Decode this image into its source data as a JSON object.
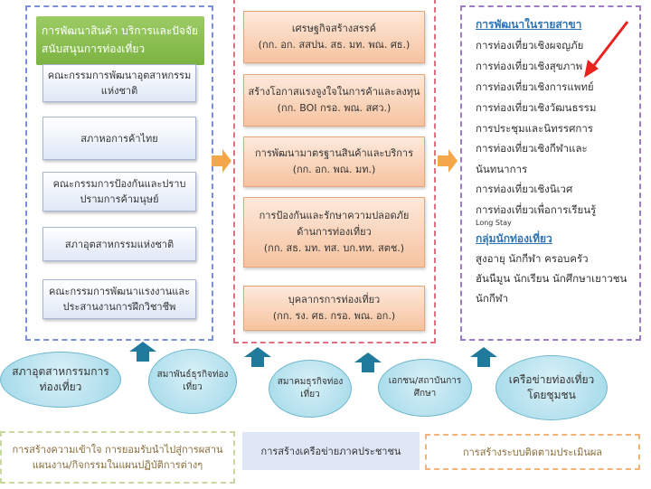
{
  "left_panel": {
    "title": "การพัฒนาสินค้า บริการและปัจจัยสนับสนุนการท่องเที่ยว",
    "boxes": [
      "คณะกรรมการพัฒนาอุตสาหกรรมแห่งชาติ",
      "สภาหอการค้าไทย",
      "คณะกรรมการป้องกันและปราบปรามการค้ามนุษย์",
      "สภาอุตสาหกรรมแห่งชาติ",
      "คณะกรรมการพัฒนาแรงงานและประสานงานการฝึกวิชาชีพ"
    ]
  },
  "middle_panel": {
    "boxes": [
      {
        "title": "เศรษฐกิจสร้างสรรค์",
        "sub": "(กก. อก. สสปน. สธ. มท. พณ. ศธ.)"
      },
      {
        "title": "สร้างโอกาสแรงจูงใจในการค้าและลงทุน",
        "sub": "(กก. BOI กรอ. พณ. สศว.)"
      },
      {
        "title": "การพัฒนามาตรฐานสินค้าและบริการ",
        "sub": "(กก. อก. พณ. มท.)"
      },
      {
        "title": "การป้องกันและรักษาความปลอดภัยด้านการท่องเที่ยว",
        "sub": "(กก. สธ. มท. ทส. บก.ทท. สตช.)"
      },
      {
        "title": "บุคลากรการท่องเที่ยว",
        "sub": "(กก. รง. ศธ. กรอ. พณ. อก.)"
      }
    ]
  },
  "right_panel": {
    "heading1": "การพัฒนาในรายสาขา",
    "lines1": [
      "การท่องเที่ยวเชิงผจญภัย",
      "การท่องเที่ยวเชิงสุขภาพ",
      "การท่องเที่ยวเชิงการแพทย์",
      "การท่องเที่ยวเชิงวัฒนธรรม",
      "การประชุมและนิทรรศการ",
      "การท่องเที่ยวเชิงกีฬาและ",
      "นันทนาการ",
      "การท่องเที่ยวเชิงนิเวศ",
      "การท่องเที่ยวเพื่อการเรียนรู้"
    ],
    "small_note": "Long Stay",
    "heading2": "กลุ่มนักท่องเที่ยว",
    "lines2": [
      "สูงอายุ นักกีฬา ครอบครัว",
      "ฮันนีมูน นักเรียน นักศึกษาเยาวชน",
      "นักกีฬา"
    ]
  },
  "ovals": [
    "สภาอุตสาหกรรมการท่องเที่ยว",
    "สมาพันธ์ธุรกิจท่องเที่ยว",
    "สมาคมธุรกิจท่องเที่ยว",
    "เอกชน/สถาบันการศึกษา",
    "เครือข่ายท่องเที่ยวโดยชุมชน"
  ],
  "bottom": {
    "left": "การสร้างความเข้าใจ การยอมรับนำไปสู่การผสานแผนงาน/กิจกรรมในแผนปฏิบัติการต่างๆ",
    "middle": "การสร้างเครือข่ายภาคประชาชน",
    "right": "การสร้างระบบติดตามประเมินผล"
  },
  "colors": {
    "left_border": "#7b8fd6",
    "mid_border": "#e07080",
    "right_border": "#9b7bc3",
    "accent_arrow": "#f4a74a",
    "pointer_red": "#e8231f"
  }
}
